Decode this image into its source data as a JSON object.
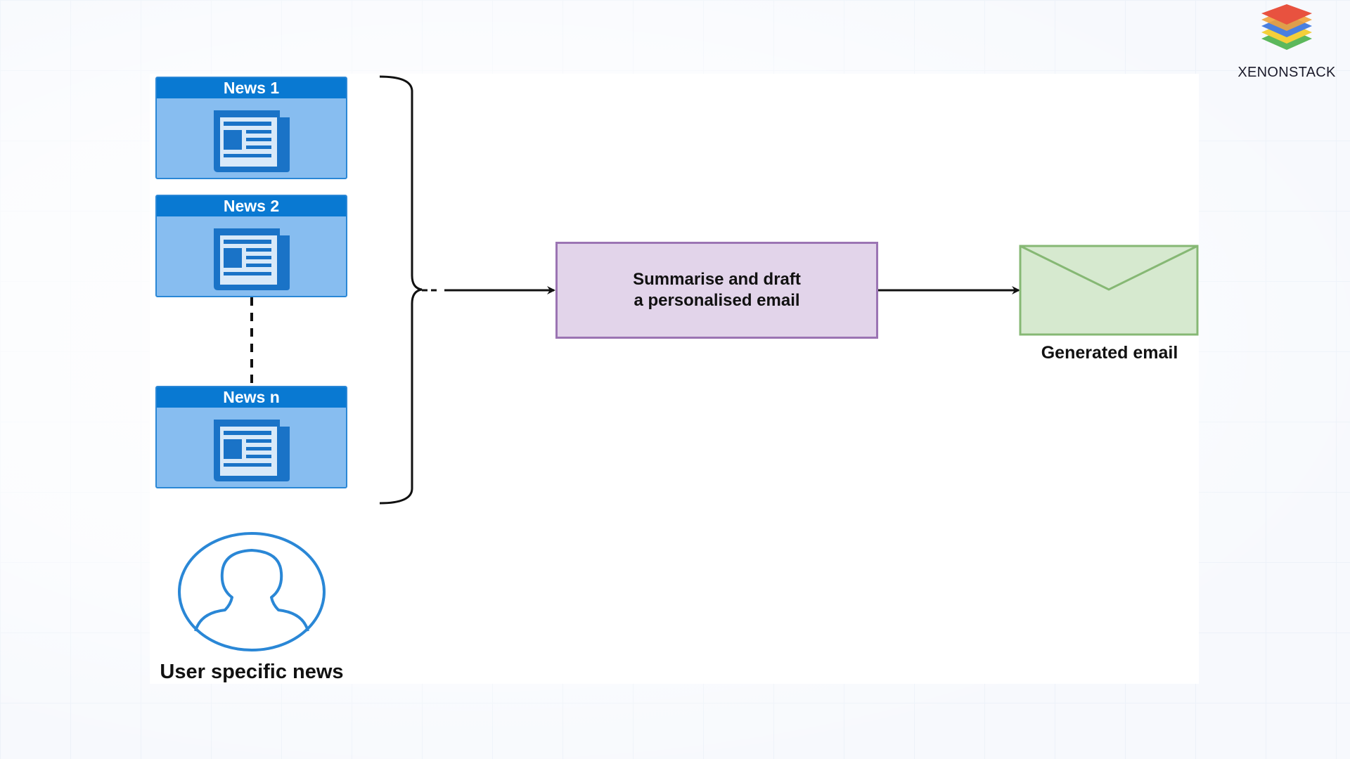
{
  "diagram": {
    "news_items": [
      {
        "label": "News 1"
      },
      {
        "label": "News 2"
      },
      {
        "label": "News n"
      }
    ],
    "user_label": "User specific news",
    "process": {
      "line1": "Summarise and draft",
      "line2": "a personalised email"
    },
    "output_label": "Generated email"
  },
  "brand": {
    "name": "XENONSTACK",
    "logo_colors": [
      "#e8523f",
      "#f0a23b",
      "#4a7fe0",
      "#f4cf3a",
      "#5cb85c"
    ]
  },
  "colors": {
    "news_header": "#0979d2",
    "news_body": "#87bdf0",
    "process_fill": "#e2d4ea",
    "process_border": "#9b74b3",
    "email_fill": "#d6e9cf",
    "email_border": "#86b874",
    "user_icon": "#2a87d6"
  }
}
